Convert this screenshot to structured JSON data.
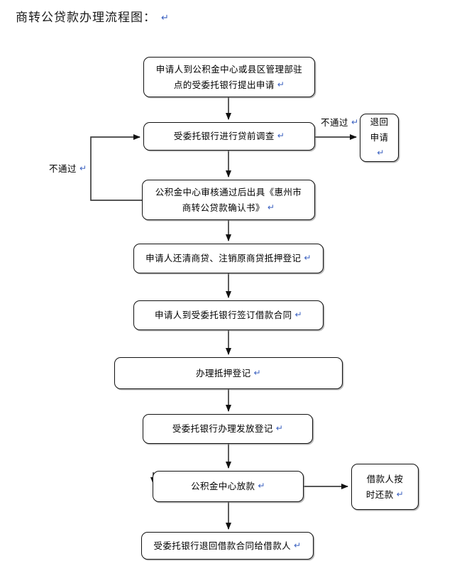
{
  "document": {
    "title": "商转公贷款办理流程图：",
    "paragraph_mark": "↵"
  },
  "flowchart": {
    "type": "flowchart",
    "orientation": "top-to-bottom",
    "nodes": [
      {
        "id": "n1",
        "label": "申请人到公积金中心或县区管理部驻点的受委托银行提出申请",
        "lines": [
          "申请人到公积金中心或县区管理部驻",
          "点的受委托银行提出申请"
        ],
        "shape": "rounded-rectangle"
      },
      {
        "id": "n2",
        "label": "受委托银行进行贷前调查",
        "lines": [
          "受委托银行进行贷前调查"
        ],
        "shape": "rounded-rectangle"
      },
      {
        "id": "n3",
        "label": "公积金中心审核通过后出具《惠州市商转公贷款确认书》",
        "lines": [
          "公积金中心审核通过后出具《惠州市",
          "商转公贷款确认书》"
        ],
        "shape": "rounded-rectangle"
      },
      {
        "id": "n4",
        "label": "申请人还清商贷、注销原商贷抵押登记",
        "lines": [
          "申请人还清商贷、注销原商贷抵押登记"
        ],
        "shape": "rounded-rectangle"
      },
      {
        "id": "n5",
        "label": "申请人到受委托银行签订借款合同",
        "lines": [
          "申请人到受委托银行签订借款合同"
        ],
        "shape": "rounded-rectangle"
      },
      {
        "id": "n6",
        "label": "办理抵押登记",
        "lines": [
          "办理抵押登记"
        ],
        "shape": "rounded-rectangle"
      },
      {
        "id": "n7",
        "label": "受委托银行办理发放登记",
        "lines": [
          "受委托银行办理发放登记"
        ],
        "shape": "rounded-rectangle"
      },
      {
        "id": "n8",
        "label": "公积金中心放款",
        "lines": [
          "公积金中心放款"
        ],
        "shape": "rounded-rectangle"
      },
      {
        "id": "n9",
        "label": "受委托银行退回借款合同给借款人",
        "lines": [
          "受委托银行退回借款合同给借款人"
        ],
        "shape": "rounded-rectangle"
      },
      {
        "id": "r1",
        "label": "退回申请",
        "lines": [
          "退回",
          "申请"
        ],
        "shape": "rounded-rectangle"
      },
      {
        "id": "r2",
        "label": "借款人按时还款",
        "lines": [
          "借款人按",
          "时还款"
        ],
        "shape": "rounded-rectangle"
      }
    ],
    "edge_labels": [
      {
        "id": "e-reject-right",
        "text": "不通过"
      },
      {
        "id": "e-reject-left",
        "text": "不通过"
      }
    ],
    "edges": [
      {
        "from": "n1",
        "to": "n2",
        "label": ""
      },
      {
        "from": "n2",
        "to": "n3",
        "label": ""
      },
      {
        "from": "n2",
        "to": "r1",
        "label": "不通过"
      },
      {
        "from": "n3",
        "to": "n2",
        "label": "不通过"
      },
      {
        "from": "n3",
        "to": "n4",
        "label": ""
      },
      {
        "from": "n4",
        "to": "n5",
        "label": ""
      },
      {
        "from": "n5",
        "to": "n6",
        "label": ""
      },
      {
        "from": "n6",
        "to": "n7",
        "label": ""
      },
      {
        "from": "n7",
        "to": "n8",
        "label": ""
      },
      {
        "from": "n8",
        "to": "r2",
        "label": ""
      },
      {
        "from": "n8",
        "to": "n9",
        "label": ""
      }
    ]
  },
  "style": {
    "line_color": "#111111",
    "box_fill": "#ffffff",
    "text_color": "#000000",
    "pilcrow_color": "#3a60c0",
    "page_background": "#ffffff"
  }
}
